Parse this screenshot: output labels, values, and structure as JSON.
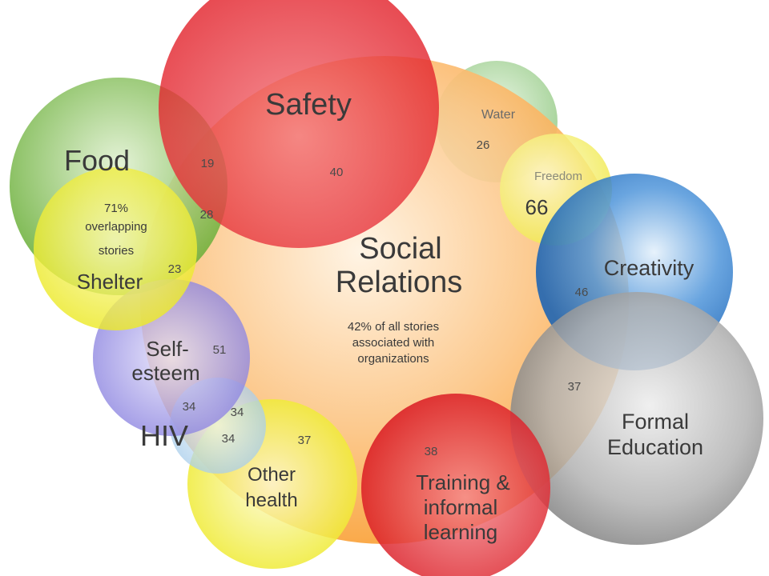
{
  "center": {
    "title_line1": "Social",
    "title_line2": "Relations",
    "caption_line1": "42% of all stories",
    "caption_line2": "associated with",
    "caption_line3": "organizations"
  },
  "circles": {
    "safety": "Safety",
    "water": "Water",
    "freedom": "Freedom",
    "creativity": "Creativity",
    "formal_line1": "Formal",
    "formal_line2": "Education",
    "training_line1": "Training &",
    "training_line2": "informal",
    "training_line3": "learning",
    "other_line1": "Other",
    "other_line2": "health",
    "hiv": "HIV",
    "self_line1": "Self-",
    "self_line2": "esteem",
    "shelter": "Shelter",
    "food": "Food"
  },
  "overlap_note": {
    "line1": "71%",
    "line2": "overlapping",
    "line3": "stories"
  },
  "numbers": {
    "food_safety": "19",
    "safety_social": "40",
    "water_social": "26",
    "freedom": "66",
    "creativity": "46",
    "formal": "37",
    "training": "38",
    "other_health": "37",
    "hiv_other": "34",
    "hiv_left": "34",
    "hiv_self": "34",
    "self_esteem": "51",
    "shelter": "23",
    "food_social": "28"
  },
  "colors": {
    "social": "#f9a23a",
    "safety": "#e8202a",
    "water": "#9ccf8e",
    "freedom": "#f4f07a",
    "creativity": "#1c6fc4",
    "formal": "#8c8c8c",
    "training": "#e31b23",
    "other_health": "#f3f01c",
    "hiv": "#a9cdea",
    "self_esteem": "#8e86e0",
    "shelter": "#f0ef20",
    "food": "#72b53a"
  }
}
